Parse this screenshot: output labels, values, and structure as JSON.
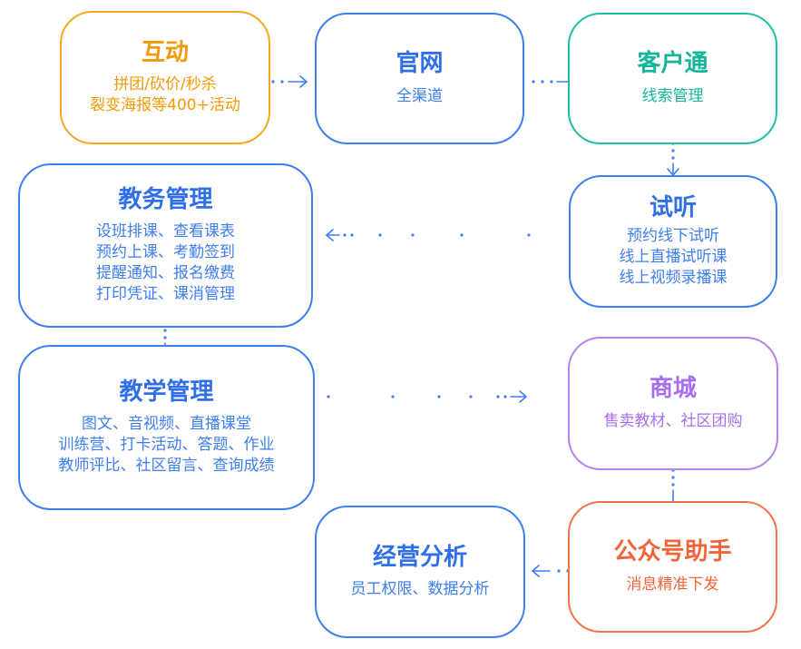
{
  "colors": {
    "orange": "#f6a820",
    "blue": "#3d7ef0",
    "green": "#1fbfa6",
    "purple": "#b583f0",
    "red": "#f4744a"
  },
  "nodes": {
    "hudong": {
      "title": "互动",
      "lines": [
        "拼团/砍价/秒杀",
        "裂变海报等400+活动"
      ]
    },
    "guanwang": {
      "title": "官网",
      "lines": [
        "全渠道"
      ]
    },
    "kehutong": {
      "title": "客户通",
      "lines": [
        "线索管理"
      ]
    },
    "shiting": {
      "title": "试听",
      "lines": [
        "预约线下试听",
        "线上直播试听课",
        "线上视频录播课"
      ]
    },
    "jiaowu": {
      "title": "教务管理",
      "lines": [
        "设班排课、查看课表",
        "预约上课、考勤签到",
        "提醒通知、报名缴费",
        "打印凭证、课消管理"
      ]
    },
    "jiaoxue": {
      "title": "教学管理",
      "lines": [
        "图文、音视频、直播课堂",
        "训练营、打卡活动、答题、作业",
        "教师评比、社区留言、查询成绩"
      ]
    },
    "shangcheng": {
      "title": "商城",
      "lines": [
        "售卖教材、社区团购"
      ]
    },
    "gongzhonghao": {
      "title": "公众号助手",
      "lines": [
        "消息精准下发"
      ]
    },
    "jingying": {
      "title": "经营分析",
      "lines": [
        "员工权限、数据分析"
      ]
    }
  },
  "flow": [
    {
      "from": "互动",
      "to": "官网"
    },
    {
      "from": "官网",
      "to": "客户通"
    },
    {
      "from": "客户通",
      "to": "试听"
    },
    {
      "from": "试听",
      "to": "教务管理"
    },
    {
      "from": "教务管理",
      "to": "教学管理"
    },
    {
      "from": "教学管理",
      "to": "商城"
    },
    {
      "from": "商城",
      "to": "公众号助手"
    },
    {
      "from": "公众号助手",
      "to": "经营分析"
    }
  ]
}
